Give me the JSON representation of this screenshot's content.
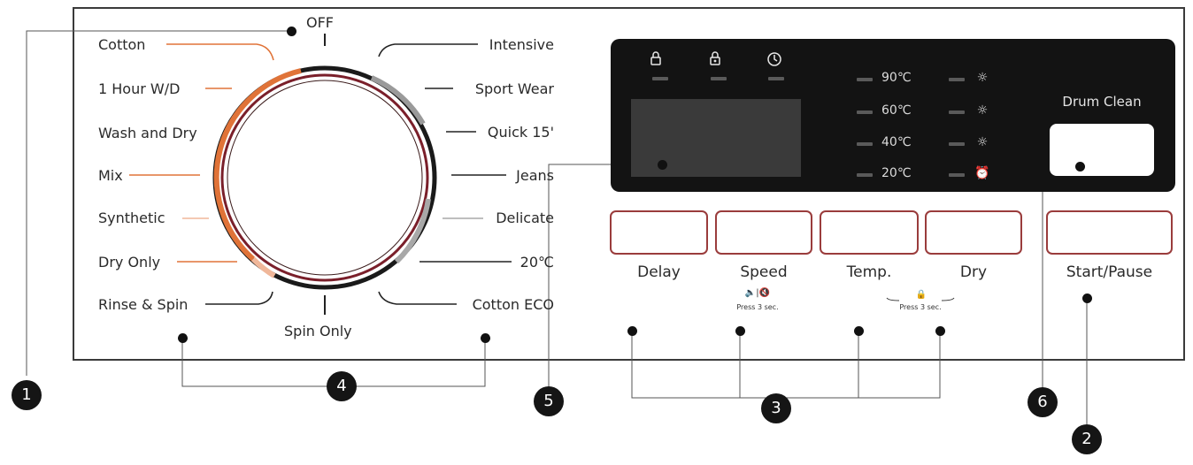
{
  "dial": {
    "off_label": "OFF",
    "programs_left": [
      "Cotton",
      "1 Hour W/D",
      "Wash and Dry",
      "Mix",
      "Synthetic",
      "Dry Only",
      "Rinse & Spin"
    ],
    "programs_right": [
      "Intensive",
      "Sport Wear",
      "Quick 15'",
      "Jeans",
      "Delicate",
      "20℃",
      "Cotton ECO"
    ],
    "bottom_label": "Spin Only",
    "accent_color": "#e07338"
  },
  "display": {
    "top_icons": [
      "child-lock-icon",
      "door-lock-icon",
      "timer-icon"
    ],
    "temperatures": [
      "90℃",
      "60℃",
      "40℃",
      "20℃"
    ],
    "dry_icons": [
      "dry-level-3-icon",
      "dry-level-2-icon",
      "dry-level-1-icon",
      "dry-timer-icon"
    ]
  },
  "drum_clean": {
    "label": "Drum Clean"
  },
  "buttons": [
    {
      "label": "Delay"
    },
    {
      "label": "Speed"
    },
    {
      "label": "Temp."
    },
    {
      "label": "Dry"
    },
    {
      "label": "Start/Pause"
    }
  ],
  "hints": {
    "speed_hint": "Press 3 sec.",
    "dry_hint": "Press 3 sec."
  },
  "callouts": [
    "1",
    "2",
    "3",
    "4",
    "5",
    "6"
  ]
}
